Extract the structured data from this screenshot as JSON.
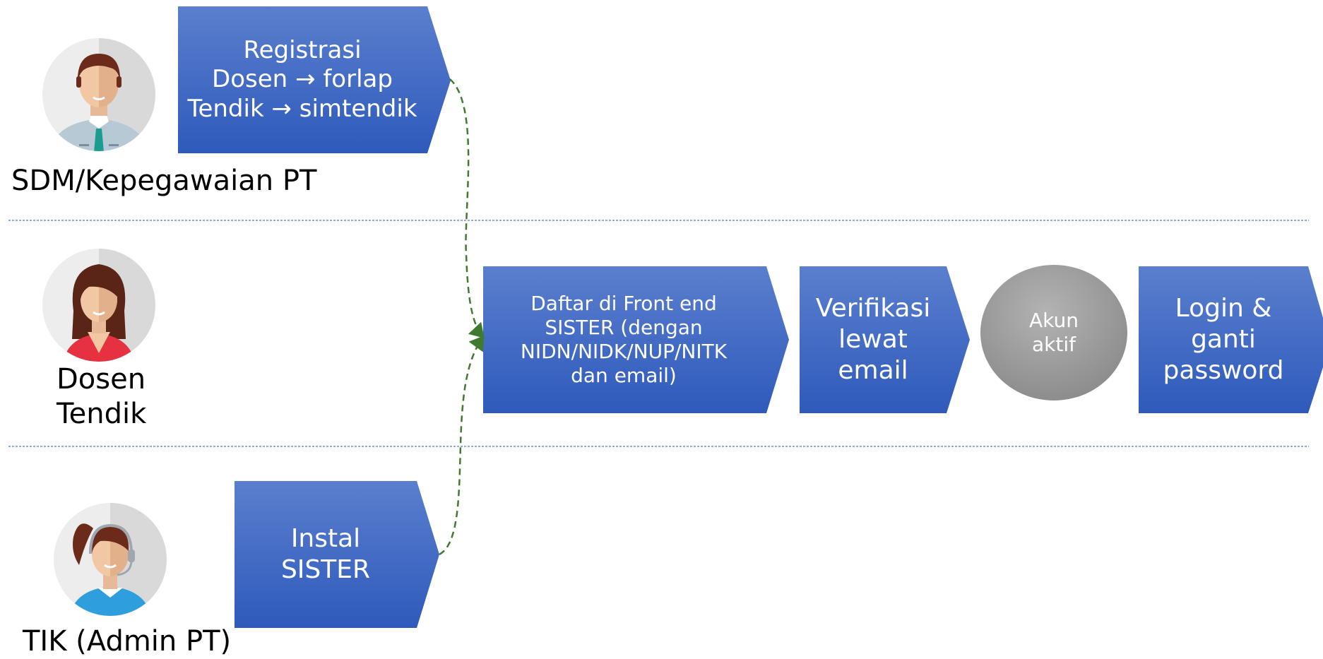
{
  "roles": {
    "sdm": "SDM/Kepegawaian PT",
    "dosen_tendik": [
      "Dosen",
      "Tendik"
    ],
    "tik": "TIK (Admin PT)"
  },
  "steps": {
    "registrasi": [
      "Registrasi",
      "Dosen → forlap",
      "Tendik → simtendik"
    ],
    "daftar": [
      "Daftar di Front end",
      "SISTER (dengan",
      "NIDN/NIDK/NUP/NITK",
      "dan email)"
    ],
    "verifikasi": [
      "Verifikasi",
      "lewat",
      "email"
    ],
    "akun_aktif": [
      "Akun",
      "aktif"
    ],
    "login": [
      "Login &",
      "ganti",
      "password"
    ],
    "instal": [
      "Instal",
      "SISTER"
    ]
  },
  "colors": {
    "chevron_top": "#5b7fce",
    "chevron_bottom": "#2f5cbc",
    "circle": "#9a9a9a",
    "connector": "#3f7a2f",
    "lane_divider": "#6a8fcf"
  },
  "icons": [
    "male-staff-avatar-icon",
    "female-lecturer-avatar-icon",
    "female-support-agent-avatar-icon"
  ]
}
